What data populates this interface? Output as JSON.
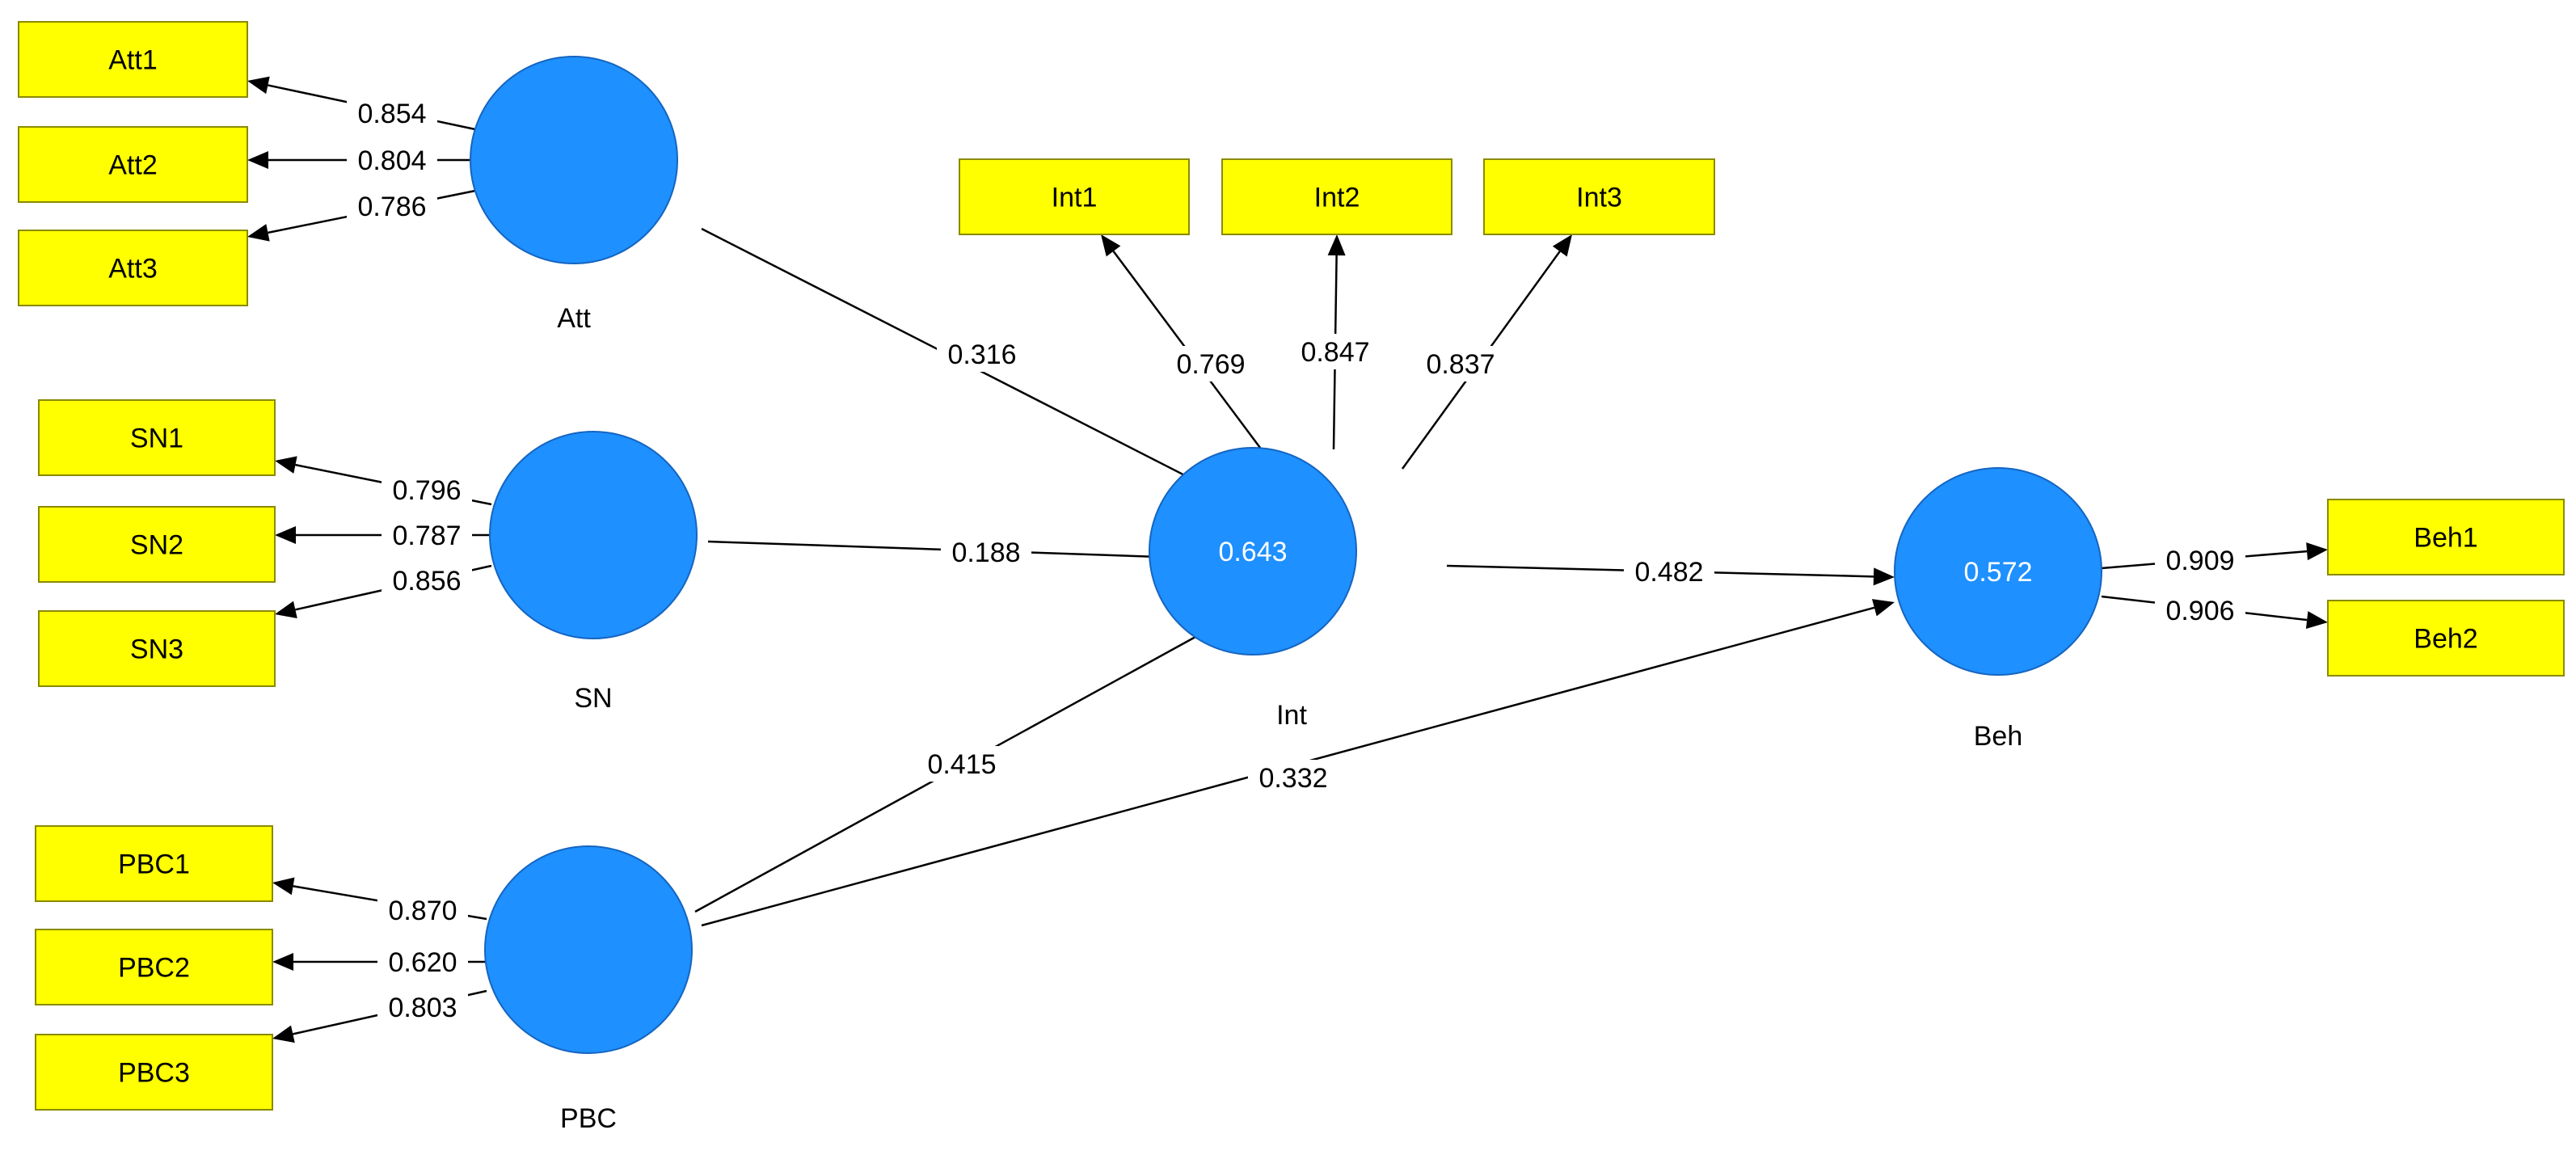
{
  "constructs": [
    {
      "id": "Att",
      "label": "Att",
      "value": ""
    },
    {
      "id": "SN",
      "label": "SN",
      "value": ""
    },
    {
      "id": "PBC",
      "label": "PBC",
      "value": ""
    },
    {
      "id": "Int",
      "label": "Int",
      "value": "0.643"
    },
    {
      "id": "Beh",
      "label": "Beh",
      "value": "0.572"
    }
  ],
  "indicators": [
    {
      "id": "Att1",
      "label": "Att1"
    },
    {
      "id": "Att2",
      "label": "Att2"
    },
    {
      "id": "Att3",
      "label": "Att3"
    },
    {
      "id": "SN1",
      "label": "SN1"
    },
    {
      "id": "SN2",
      "label": "SN2"
    },
    {
      "id": "SN3",
      "label": "SN3"
    },
    {
      "id": "PBC1",
      "label": "PBC1"
    },
    {
      "id": "PBC2",
      "label": "PBC2"
    },
    {
      "id": "PBC3",
      "label": "PBC3"
    },
    {
      "id": "Int1",
      "label": "Int1"
    },
    {
      "id": "Int2",
      "label": "Int2"
    },
    {
      "id": "Int3",
      "label": "Int3"
    },
    {
      "id": "Beh1",
      "label": "Beh1"
    },
    {
      "id": "Beh2",
      "label": "Beh2"
    }
  ],
  "loadings": [
    {
      "from": "Att",
      "to": "Att1",
      "value": "0.854"
    },
    {
      "from": "Att",
      "to": "Att2",
      "value": "0.804"
    },
    {
      "from": "Att",
      "to": "Att3",
      "value": "0.786"
    },
    {
      "from": "SN",
      "to": "SN1",
      "value": "0.796"
    },
    {
      "from": "SN",
      "to": "SN2",
      "value": "0.787"
    },
    {
      "from": "SN",
      "to": "SN3",
      "value": "0.856"
    },
    {
      "from": "PBC",
      "to": "PBC1",
      "value": "0.870"
    },
    {
      "from": "PBC",
      "to": "PBC2",
      "value": "0.620"
    },
    {
      "from": "PBC",
      "to": "PBC3",
      "value": "0.803"
    },
    {
      "from": "Int",
      "to": "Int1",
      "value": "0.769"
    },
    {
      "from": "Int",
      "to": "Int2",
      "value": "0.847"
    },
    {
      "from": "Int",
      "to": "Int3",
      "value": "0.837"
    },
    {
      "from": "Beh",
      "to": "Beh1",
      "value": "0.909"
    },
    {
      "from": "Beh",
      "to": "Beh2",
      "value": "0.906"
    }
  ],
  "paths": [
    {
      "from": "Att",
      "to": "Int",
      "value": "0.316"
    },
    {
      "from": "SN",
      "to": "Int",
      "value": "0.188"
    },
    {
      "from": "PBC",
      "to": "Int",
      "value": "0.415"
    },
    {
      "from": "Int",
      "to": "Beh",
      "value": "0.482"
    },
    {
      "from": "PBC",
      "to": "Beh",
      "value": "0.332"
    }
  ]
}
